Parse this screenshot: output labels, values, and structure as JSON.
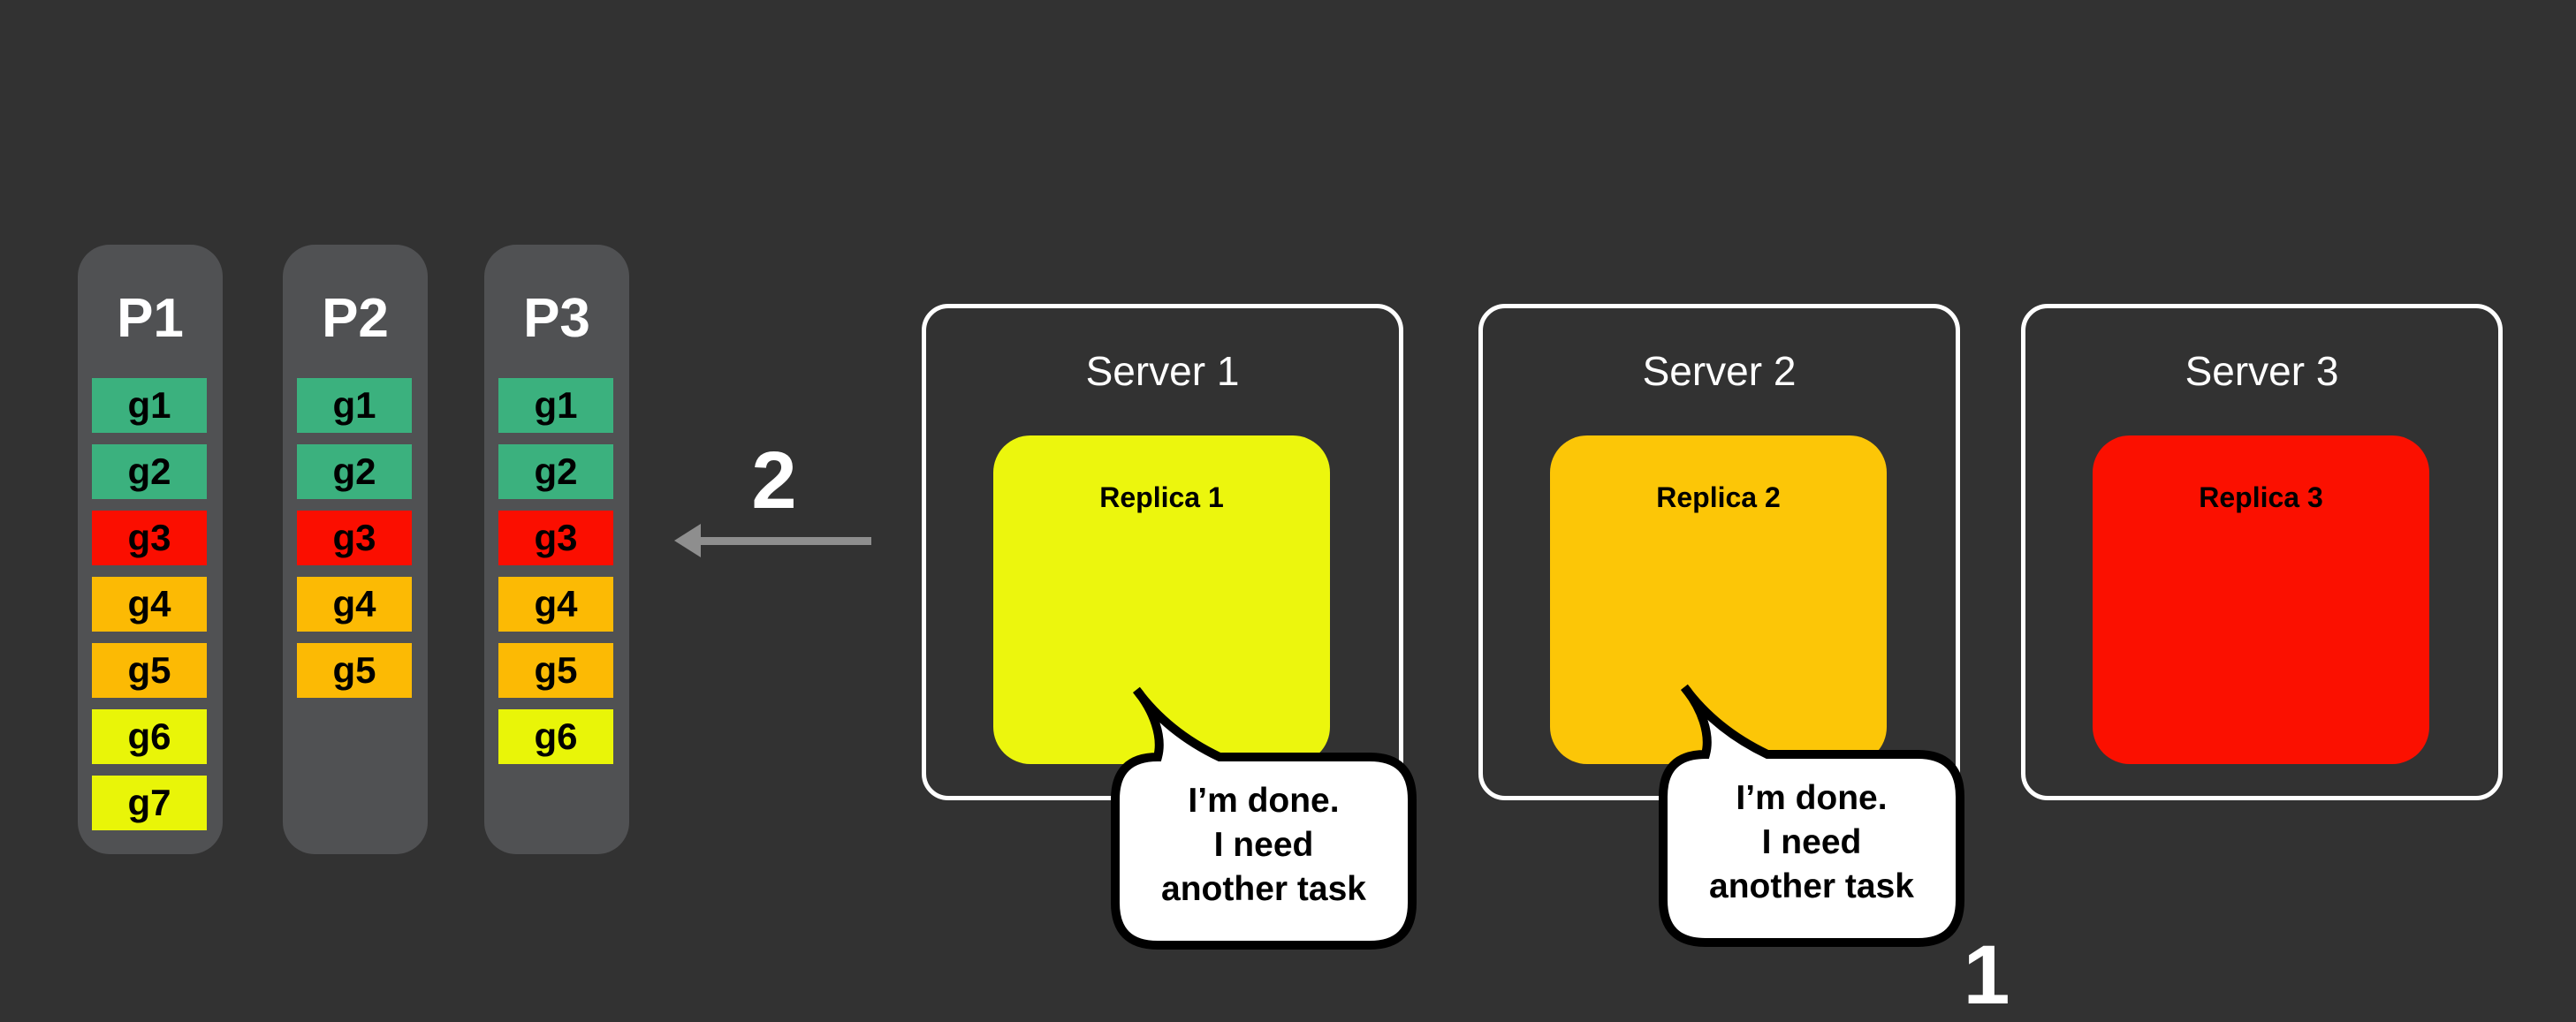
{
  "partitions": [
    {
      "title": "P1",
      "cells": [
        {
          "label": "g1",
          "color": "green"
        },
        {
          "label": "g2",
          "color": "green"
        },
        {
          "label": "g3",
          "color": "red"
        },
        {
          "label": "g4",
          "color": "amber"
        },
        {
          "label": "g5",
          "color": "amber"
        },
        {
          "label": "g6",
          "color": "yellow"
        },
        {
          "label": "g7",
          "color": "yellow"
        }
      ]
    },
    {
      "title": "P2",
      "cells": [
        {
          "label": "g1",
          "color": "green"
        },
        {
          "label": "g2",
          "color": "green"
        },
        {
          "label": "g3",
          "color": "red"
        },
        {
          "label": "g4",
          "color": "amber"
        },
        {
          "label": "g5",
          "color": "amber"
        }
      ]
    },
    {
      "title": "P3",
      "cells": [
        {
          "label": "g1",
          "color": "green"
        },
        {
          "label": "g2",
          "color": "green"
        },
        {
          "label": "g3",
          "color": "red"
        },
        {
          "label": "g4",
          "color": "amber"
        },
        {
          "label": "g5",
          "color": "amber"
        },
        {
          "label": "g6",
          "color": "yellow"
        }
      ]
    }
  ],
  "servers": [
    {
      "title": "Server 1",
      "replica_label": "Replica 1",
      "replica_color": "#ecf60d",
      "bubble_lines": [
        "I’m done.",
        "I need",
        "another task"
      ]
    },
    {
      "title": "Server 2",
      "replica_label": "Replica 2",
      "replica_color": "#fcc607",
      "bubble_lines": [
        "I’m done.",
        "I need",
        "another task"
      ]
    },
    {
      "title": "Server 3",
      "replica_label": "Replica 3",
      "replica_color": "#fb1000"
    }
  ],
  "labels": {
    "step_1": "1",
    "step_2": "2"
  },
  "palette": {
    "background": "#323232",
    "partition_column_bg": "#505153",
    "task_green": "#3bb17e",
    "task_red": "#fb0e00",
    "task_amber": "#fcba04",
    "task_yellow": "#e9f508",
    "arrow_gray": "#8e8e8e",
    "server_border": "#ffffff",
    "bubble_fill": "#ffffff",
    "bubble_stroke": "#000000"
  }
}
